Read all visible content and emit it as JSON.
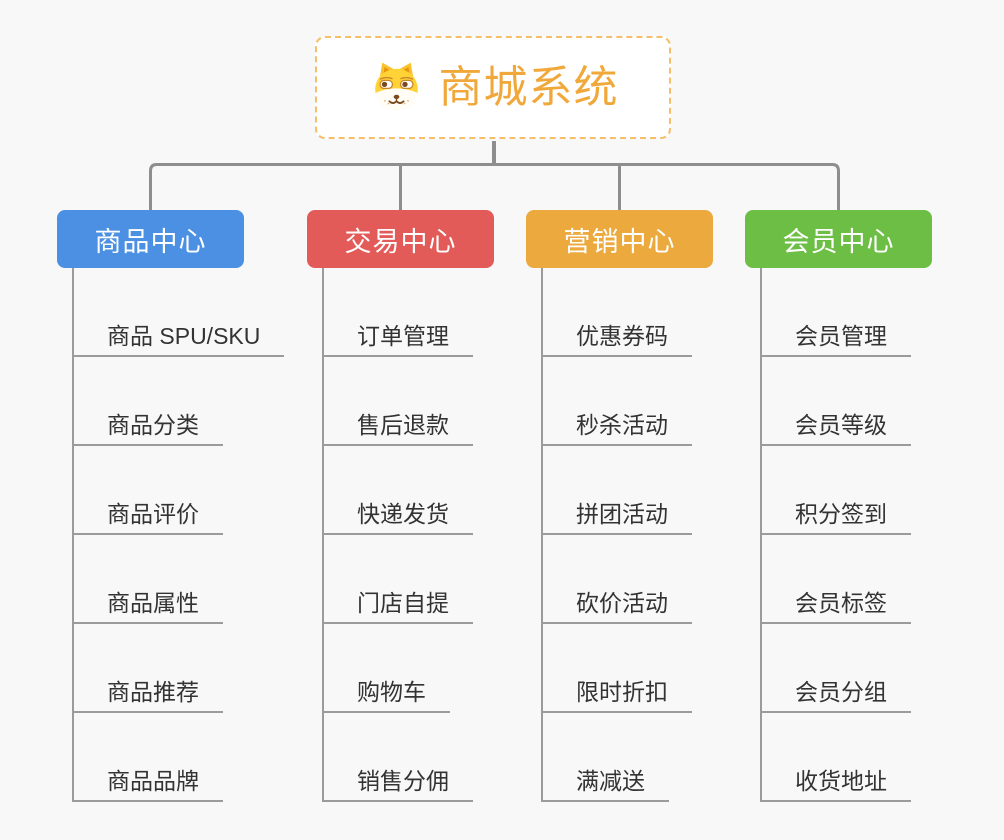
{
  "app": {
    "background_color": "#F8F8F8",
    "connector_color": "#8E8E8E",
    "subline_color": "#9B9B9B",
    "item_text_color": "#333333"
  },
  "root": {
    "title": "商城系统",
    "title_color": "#F0A83B",
    "border_color": "#F6BE6B",
    "icon": "dog-icon"
  },
  "branches": [
    {
      "label": "商品中心",
      "color": "#4B90E2",
      "items": [
        "商品 SPU/SKU",
        "商品分类",
        "商品评价",
        "商品属性",
        "商品推荐",
        "商品品牌"
      ]
    },
    {
      "label": "交易中心",
      "color": "#E25B58",
      "items": [
        "订单管理",
        "售后退款",
        "快递发货",
        "门店自提",
        "购物车",
        "销售分佣"
      ]
    },
    {
      "label": "营销中心",
      "color": "#ECA93E",
      "items": [
        "优惠券码",
        "秒杀活动",
        "拼团活动",
        "砍价活动",
        "限时折扣",
        "满减送"
      ]
    },
    {
      "label": "会员中心",
      "color": "#6DBE45",
      "items": [
        "会员管理",
        "会员等级",
        "积分签到",
        "会员标签",
        "会员分组",
        "收货地址"
      ]
    }
  ]
}
